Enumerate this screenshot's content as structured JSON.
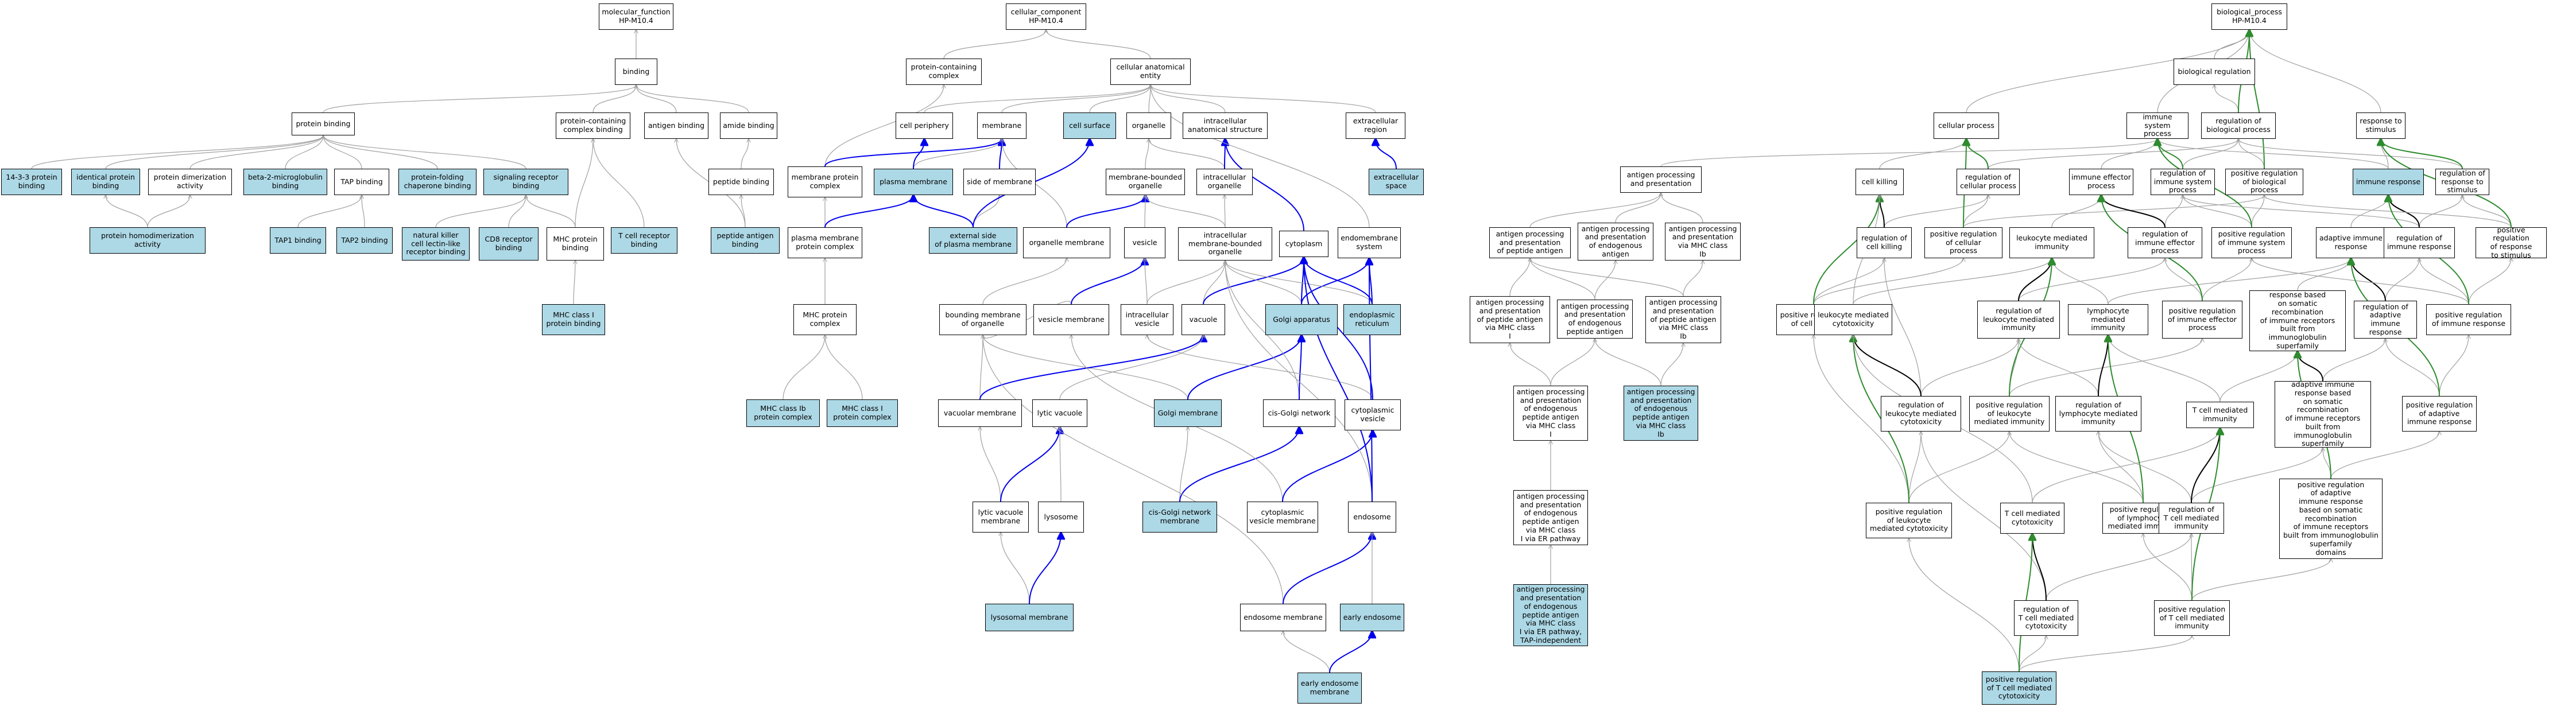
{
  "colors": {
    "highlight": "#add8e6",
    "is_a": "#a0a0a0",
    "part_of": "#0000ee",
    "regulates": "#2e8b2e",
    "negative": "#000000"
  },
  "nodes": {
    "mf_root": {
      "label": "molecular_function\nHP-M10.4"
    },
    "binding": {
      "label": "binding"
    },
    "protein_binding": {
      "label": "protein binding"
    },
    "pc_binding": {
      "label": "protein-containing\ncomplex binding"
    },
    "antigen_binding": {
      "label": "antigen binding"
    },
    "amide_binding": {
      "label": "amide binding"
    },
    "b1433": {
      "label": "14-3-3 protein\nbinding",
      "hl": true
    },
    "identical_pb": {
      "label": "identical protein\nbinding",
      "hl": true
    },
    "dimerization": {
      "label": "protein dimerization\nactivity"
    },
    "b2m": {
      "label": "beta-2-microglobulin\nbinding",
      "hl": true
    },
    "tap_binding": {
      "label": "TAP binding"
    },
    "chaperone": {
      "label": "protein-folding\nchaperone binding",
      "hl": true
    },
    "sig_receptor": {
      "label": "signaling receptor\nbinding",
      "hl": true
    },
    "peptide_binding": {
      "label": "peptide binding"
    },
    "homodimer": {
      "label": "protein homodimerization\nactivity",
      "hl": true
    },
    "tap1": {
      "label": "TAP1 binding",
      "hl": true
    },
    "tap2": {
      "label": "TAP2 binding",
      "hl": true
    },
    "nk_lectin": {
      "label": "natural killer\ncell lectin-like\nreceptor binding",
      "hl": true
    },
    "cd8": {
      "label": "CD8 receptor\nbinding",
      "hl": true
    },
    "mhc_pb": {
      "label": "MHC protein\nbinding"
    },
    "tcr": {
      "label": "T cell receptor\nbinding",
      "hl": true
    },
    "peptide_antigen": {
      "label": "peptide antigen\nbinding",
      "hl": true
    },
    "mhc1_pb": {
      "label": "MHC class I\nprotein binding",
      "hl": true
    },
    "cc_root": {
      "label": "cellular_component\nHP-M10.4"
    },
    "pcc": {
      "label": "protein-containing\ncomplex"
    },
    "cae": {
      "label": "cellular anatomical\nentity"
    },
    "cell_periphery": {
      "label": "cell periphery"
    },
    "membrane": {
      "label": "membrane"
    },
    "cell_surface": {
      "label": "cell surface",
      "hl": true
    },
    "organelle": {
      "label": "organelle"
    },
    "ias": {
      "label": "intracellular\nanatomical structure"
    },
    "extracellular_region": {
      "label": "extracellular\nregion"
    },
    "mem_pc": {
      "label": "membrane protein\ncomplex"
    },
    "plasma_membrane": {
      "label": "plasma membrane",
      "hl": true
    },
    "side_membrane": {
      "label": "side of membrane"
    },
    "mbo": {
      "label": "membrane-bounded\norganelle"
    },
    "intra_org": {
      "label": "intracellular\norganelle"
    },
    "extracellular_space": {
      "label": "extracellular\nspace",
      "hl": true
    },
    "pm_pc": {
      "label": "plasma membrane\nprotein complex"
    },
    "ext_side_pm": {
      "label": "external side\nof plasma membrane",
      "hl": true
    },
    "org_membrane": {
      "label": "organelle membrane"
    },
    "vesicle": {
      "label": "vesicle"
    },
    "imbo": {
      "label": "intracellular\nmembrane-bounded\norganelle"
    },
    "cytoplasm": {
      "label": "cytoplasm"
    },
    "endomembrane": {
      "label": "endomembrane\nsystem"
    },
    "mhc_pc": {
      "label": "MHC protein\ncomplex"
    },
    "bmo": {
      "label": "bounding membrane\nof organelle"
    },
    "vesicle_membrane": {
      "label": "vesicle membrane"
    },
    "intra_vesicle": {
      "label": "intracellular\nvesicle"
    },
    "vacuole": {
      "label": "vacuole"
    },
    "golgi": {
      "label": "Golgi apparatus",
      "hl": true
    },
    "er": {
      "label": "endoplasmic\nreticulum",
      "hl": true
    },
    "golgi_membrane": {
      "label": "Golgi membrane",
      "hl": true
    },
    "cis_golgi": {
      "label": "cis-Golgi network"
    },
    "cyt_vesicle": {
      "label": "cytoplasmic\nvesicle"
    },
    "vac_membrane": {
      "label": "vacuolar membrane"
    },
    "lytic_vacuole": {
      "label": "lytic vacuole"
    },
    "mhc1b": {
      "label": "MHC class Ib\nprotein complex",
      "hl": true
    },
    "mhc1": {
      "label": "MHC class I\nprotein complex",
      "hl": true
    },
    "lvm": {
      "label": "lytic vacuole\nmembrane"
    },
    "lysosome": {
      "label": "lysosome"
    },
    "cgn_membrane": {
      "label": "cis-Golgi network\nmembrane",
      "hl": true
    },
    "cvm": {
      "label": "cytoplasmic\nvesicle membrane"
    },
    "endosome": {
      "label": "endosome"
    },
    "lys_membrane": {
      "label": "lysosomal membrane",
      "hl": true
    },
    "endo_membrane": {
      "label": "endosome membrane"
    },
    "early_endo": {
      "label": "early endosome",
      "hl": true
    },
    "eem": {
      "label": "early endosome\nmembrane",
      "hl": true
    },
    "bp_root": {
      "label": "biological_process\nHP-M10.4"
    },
    "bio_reg": {
      "label": "biological regulation"
    },
    "cellular_process": {
      "label": "cellular process"
    },
    "isp": {
      "label": "immune system\nprocess"
    },
    "reg_bp": {
      "label": "regulation of\nbiological process"
    },
    "resp_stim": {
      "label": "response to\nstimulus"
    },
    "app": {
      "label": "antigen processing\nand presentation"
    },
    "cell_killing": {
      "label": "cell killing"
    },
    "reg_cp": {
      "label": "regulation of\ncellular process"
    },
    "iep": {
      "label": "immune effector\nprocess"
    },
    "reg_isp": {
      "label": "regulation of\nimmune system\nprocess"
    },
    "pos_reg_bp": {
      "label": "positive regulation\nof biological\nprocess"
    },
    "immune_response": {
      "label": "immune response",
      "hl": true
    },
    "reg_rs": {
      "label": "regulation of\nresponse to\nstimulus"
    },
    "app_pep": {
      "label": "antigen processing\nand presentation\nof peptide antigen"
    },
    "app_endo": {
      "label": "antigen processing\nand presentation\nof endogenous\nantigen"
    },
    "app_mhc1b": {
      "label": "antigen processing\nand presentation\nvia MHC class\nIb"
    },
    "reg_ck": {
      "label": "regulation of\ncell killing"
    },
    "pos_reg_cp": {
      "label": "positive regulation\nof cellular\nprocess"
    },
    "lmi": {
      "label": "leukocyte mediated\nimmunity"
    },
    "reg_iep": {
      "label": "regulation of\nimmune effector\nprocess"
    },
    "pos_reg_isp": {
      "label": "positive regulation\nof immune system\nprocess"
    },
    "air": {
      "label": "adaptive immune\nresponse"
    },
    "reg_ir": {
      "label": "regulation of\nimmune response"
    },
    "pos_reg_rs": {
      "label": "positive regulation\nof response\nto stimulus"
    },
    "app_pep_mhc1": {
      "label": "antigen processing\nand presentation\nof peptide antigen\nvia MHC class\nI"
    },
    "app_endo_pep": {
      "label": "antigen processing\nand presentation\nof endogenous\npeptide antigen"
    },
    "app_pep_mhc1b": {
      "label": "antigen processing\nand presentation\nof peptide antigen\nvia MHC class\nIb"
    },
    "pos_reg_ck": {
      "label": "positive regulation\nof cell killing"
    },
    "lmc": {
      "label": "leukocyte mediated\ncytotoxicity"
    },
    "reg_lmi": {
      "label": "regulation of\nleukocyte mediated\nimmunity"
    },
    "lymph_mi": {
      "label": "lymphocyte mediated\nimmunity"
    },
    "pos_reg_iep": {
      "label": "positive regulation\nof immune effector\nprocess"
    },
    "air_somatic": {
      "label": "adaptive immune\nresponse based\non somatic recombination\nof immune receptors\nbuilt from immunoglobulin\nsuperfamily\ndomains"
    },
    "reg_air": {
      "label": "regulation of\nadaptive immune\nresponse"
    },
    "pos_reg_ir": {
      "label": "positive regulation\nof immune response"
    },
    "app_endo_mhc1": {
      "label": "antigen processing\nand presentation\nof endogenous\npeptide antigen\nvia MHC class\nI"
    },
    "app_endo_mhc1b": {
      "label": "antigen processing\nand presentation\nof endogenous\npeptide antigen\nvia MHC class\nIb",
      "hl": true
    },
    "reg_lmc": {
      "label": "regulation of\nleukocyte mediated\ncytotoxicity"
    },
    "pos_reg_lmi": {
      "label": "positive regulation\nof leukocyte\nmediated immunity"
    },
    "reg_lymph_mi": {
      "label": "regulation of\nlymphocyte mediated\nimmunity"
    },
    "reg_air_somatic": {
      "label": "regulation of\nadaptive immune\nresponse based\non somatic recombination\nof immune receptors\nbuilt from immunoglobulin\nsuperfamily\ndomains"
    },
    "pos_reg_air": {
      "label": "positive regulation\nof adaptive\nimmune response"
    },
    "tcmi": {
      "label": "T cell mediated\nimmunity"
    },
    "app_er": {
      "label": "antigen processing\nand presentation\nof endogenous\npeptide antigen\nvia MHC class\nI via ER pathway"
    },
    "pos_reg_lmc": {
      "label": "positive regulation\nof leukocyte\nmediated cytotoxicity"
    },
    "tcmc": {
      "label": "T cell mediated\ncytotoxicity"
    },
    "pos_reg_lymph_mi": {
      "label": "positive regulation\nof lymphocyte\nmediated immunity"
    },
    "reg_tcmi": {
      "label": "regulation of\nT cell mediated\nimmunity"
    },
    "pos_reg_air_somatic": {
      "label": "positive regulation\nof adaptive\nimmune response\nbased on somatic\nrecombination\nof immune receptors\nbuilt from immunoglobulin\nsuperfamily\ndomains"
    },
    "app_tap": {
      "label": "antigen processing\nand presentation\nof endogenous\npeptide antigen\nvia MHC class\nI via ER pathway,\nTAP-independent",
      "hl": true
    },
    "reg_tcmc": {
      "label": "regulation of\nT cell mediated\ncytotoxicity"
    },
    "pos_reg_tcmi": {
      "label": "positive regulation\nof T cell mediated\nimmunity"
    },
    "pos_reg_tcmc": {
      "label": "positive regulation\nof T cell mediated\ncytotoxicity",
      "hl": true
    }
  }
}
